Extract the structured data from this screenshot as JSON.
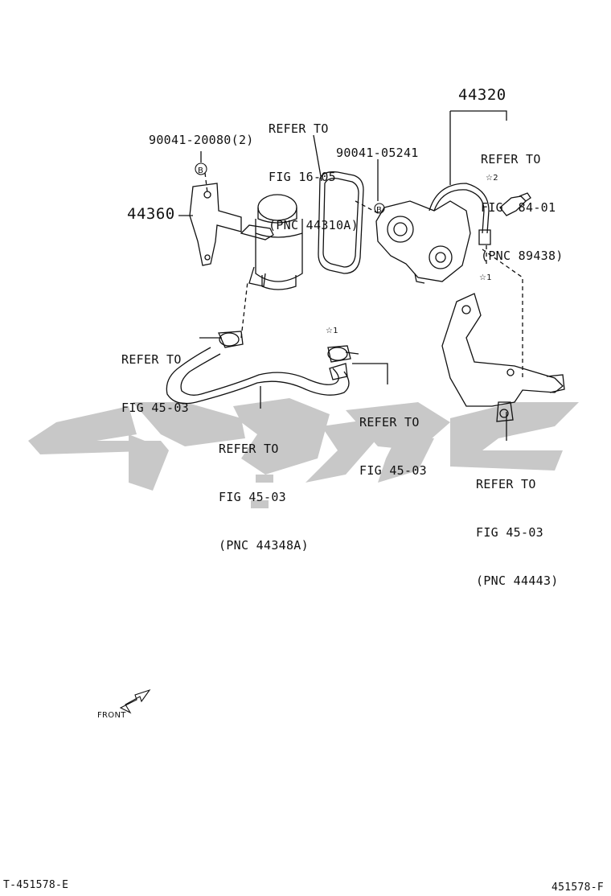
{
  "labels": {
    "refer_fig_16_05": [
      "REFER TO",
      "FIG 16-05",
      "(PNC 44310A)"
    ],
    "refer_fig_84_01": [
      "REFER TO",
      "FIG  84-01",
      "(PNC 89438)"
    ],
    "refer_fig_45_03_clamp": [
      "REFER TO",
      "FIG 45-03"
    ],
    "refer_fig_45_03_hose_end": [
      "REFER TO",
      "FIG 45-03"
    ],
    "refer_fig_45_03_hose": [
      "REFER TO",
      "FIG 45-03",
      "(PNC 44348A)"
    ],
    "refer_fig_45_03_bracket": [
      "REFER TO",
      "FIG 45-03",
      "(PNC 44443)"
    ]
  },
  "part_numbers": {
    "bolt_20080": "90041-20080(2)",
    "bolt_05241": "90041-05241",
    "pump": "44320",
    "bracket": "44360"
  },
  "markers": {
    "circle_b_1": "B",
    "circle_b_2": "B",
    "star_2": "☆2",
    "star_1_pump": "☆1",
    "star_1_clamp": "☆1"
  },
  "front_label": "FRONT",
  "footer": {
    "left_code": "T-451578-E",
    "right_code": "451578-F"
  },
  "colors": {
    "line": "#111111",
    "watermark": "#c8c8c8"
  }
}
